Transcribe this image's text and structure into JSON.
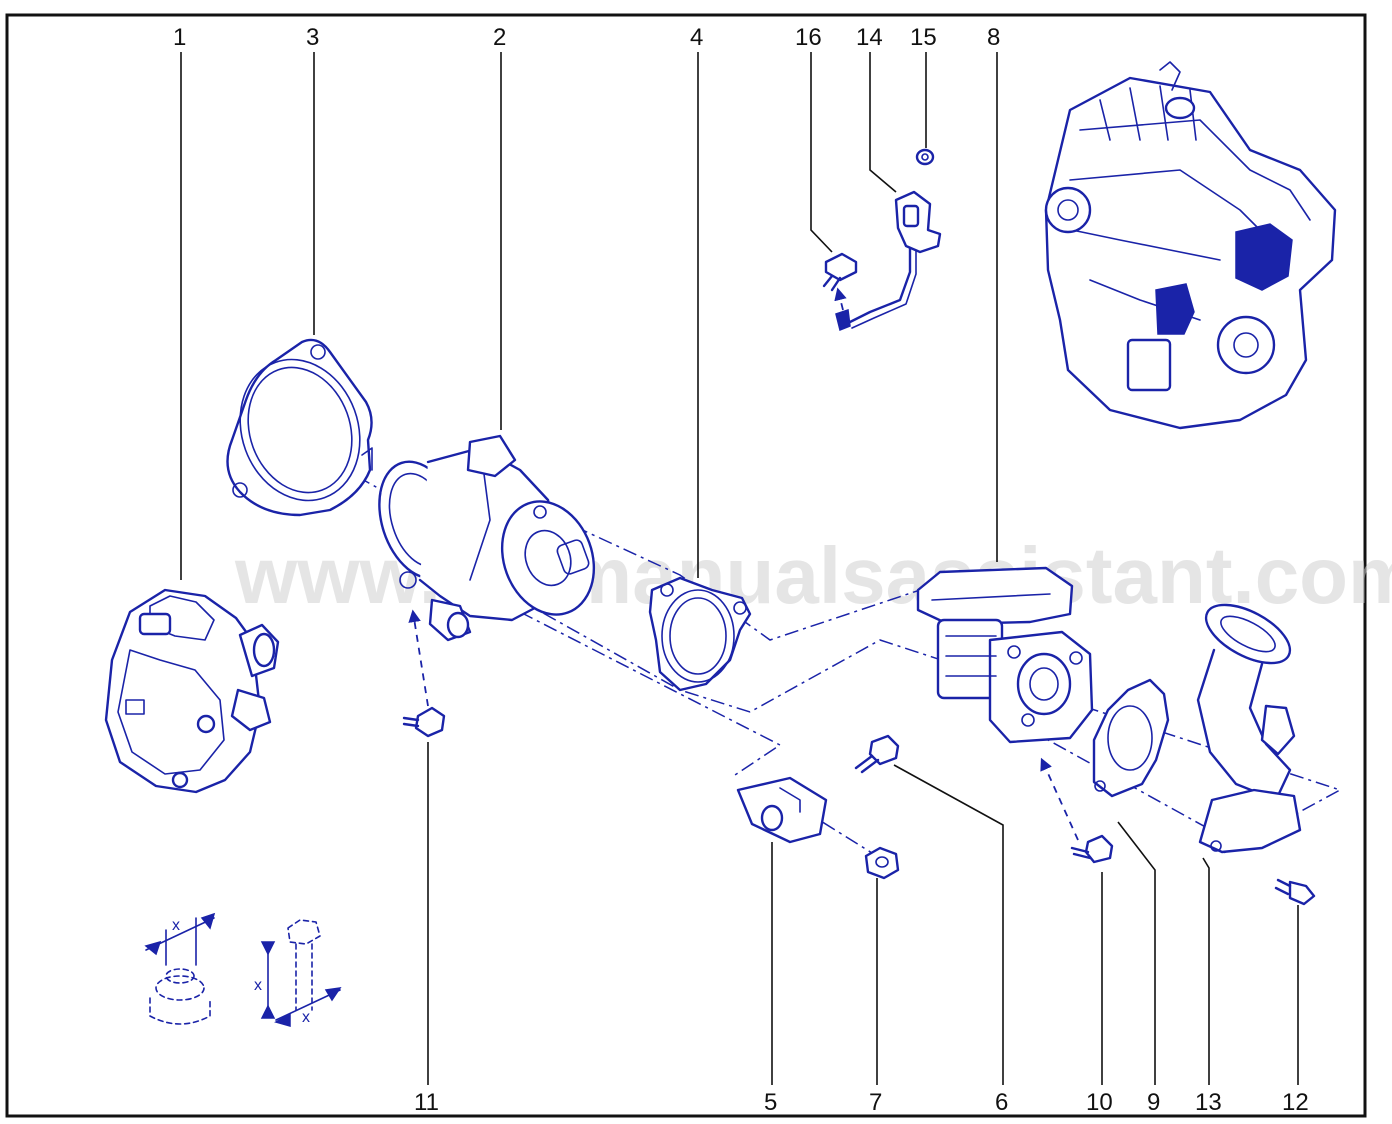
{
  "watermark": "www.carmanualsassistant.com",
  "callouts": {
    "c1": "1",
    "c2": "2",
    "c3": "3",
    "c4": "4",
    "c5": "5",
    "c6": "6",
    "c7": "7",
    "c8": "8",
    "c9": "9",
    "c10": "10",
    "c11": "11",
    "c12": "12",
    "c13": "13",
    "c14": "14",
    "c15": "15",
    "c16": "16"
  },
  "spec_legend": {
    "nut_label": "x",
    "bolt_label_a": "x",
    "bolt_label_b": "x"
  },
  "colors": {
    "line_art": "#1a23a8",
    "frame": "#111111"
  },
  "icons": [
    "engine-illustration-icon",
    "nut-spec-icon",
    "bolt-spec-icon"
  ]
}
